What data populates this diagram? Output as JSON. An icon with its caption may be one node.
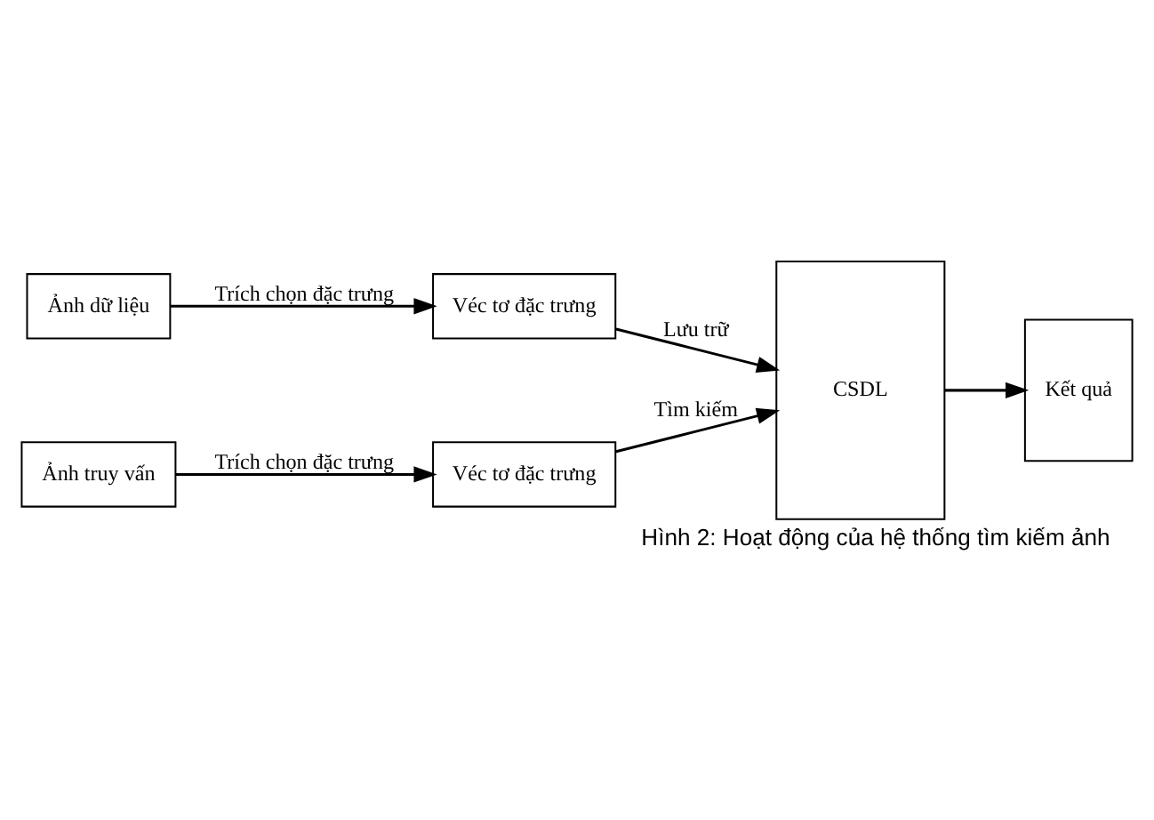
{
  "diagram": {
    "caption": "Hình 2: Hoạt động của hệ thống tìm kiếm ảnh",
    "nodes": [
      {
        "text": [
          "Ảnh dữ liệu"
        ]
      },
      {
        "text": [
          "Véc tơ đặc trưng"
        ]
      },
      {
        "text": [
          "CSDL"
        ]
      },
      {
        "text": [
          "Kết quả"
        ]
      },
      {
        "text": [
          "Ảnh truy vấn"
        ]
      },
      {
        "text": [
          "Véc tơ đặc trưng"
        ]
      }
    ],
    "edges": [
      {
        "from": 0,
        "to": 1,
        "arrow": "to",
        "label": "Trích chọn đặc trưng"
      },
      {
        "from": 1,
        "to": 2,
        "arrow": "to",
        "label": "Lưu trữ"
      },
      {
        "from": 2,
        "to": 3,
        "arrow": "to"
      },
      {
        "from": 4,
        "to": 5,
        "arrow": "to",
        "label": "Trích chọn đặc trưng"
      },
      {
        "from": 5,
        "to": 2,
        "arrow": "to",
        "label": "Tìm kiếm"
      }
    ]
  }
}
